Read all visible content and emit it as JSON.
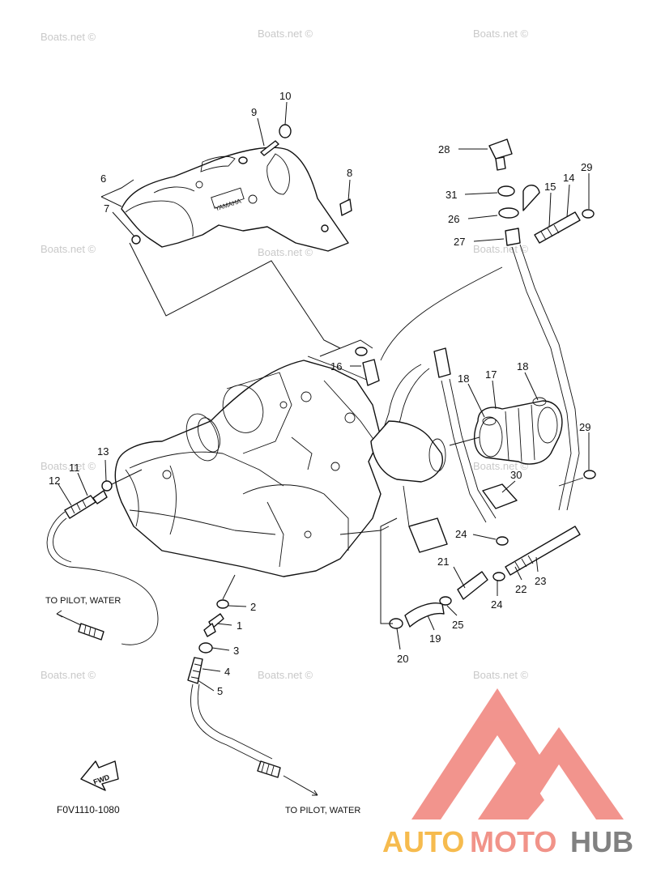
{
  "watermark": "Boats.net ©",
  "drawing_code": "F0V1110-1080",
  "notes": {
    "pilot_left": "TO PILOT, WATER",
    "pilot_bottom": "TO PILOT, WATER"
  },
  "fwd_label": "FWD",
  "cover_brand": "YAMAHA",
  "brand": {
    "part1": "AUTO",
    "part2": "MOTO",
    "part3": "HUB",
    "colors": {
      "auto": "#f6b640",
      "moto": "#f08a80",
      "hub": "#777777",
      "triangle": "#f18b84"
    }
  },
  "callouts": {
    "c1": "1",
    "c2": "2",
    "c3": "3",
    "c4": "4",
    "c5": "5",
    "c6": "6",
    "c7": "7",
    "c8": "8",
    "c9": "9",
    "c10": "10",
    "c11": "11",
    "c12": "12",
    "c13": "13",
    "c14": "14",
    "c15": "15",
    "c16": "16",
    "c17": "17",
    "c18a": "18",
    "c18b": "18",
    "c19": "19",
    "c20": "20",
    "c21": "21",
    "c22": "22",
    "c23": "23",
    "c24a": "24",
    "c24b": "24",
    "c25": "25",
    "c26": "26",
    "c27": "27",
    "c28": "28",
    "c29a": "29",
    "c29b": "29",
    "c30": "30",
    "c31": "31"
  }
}
